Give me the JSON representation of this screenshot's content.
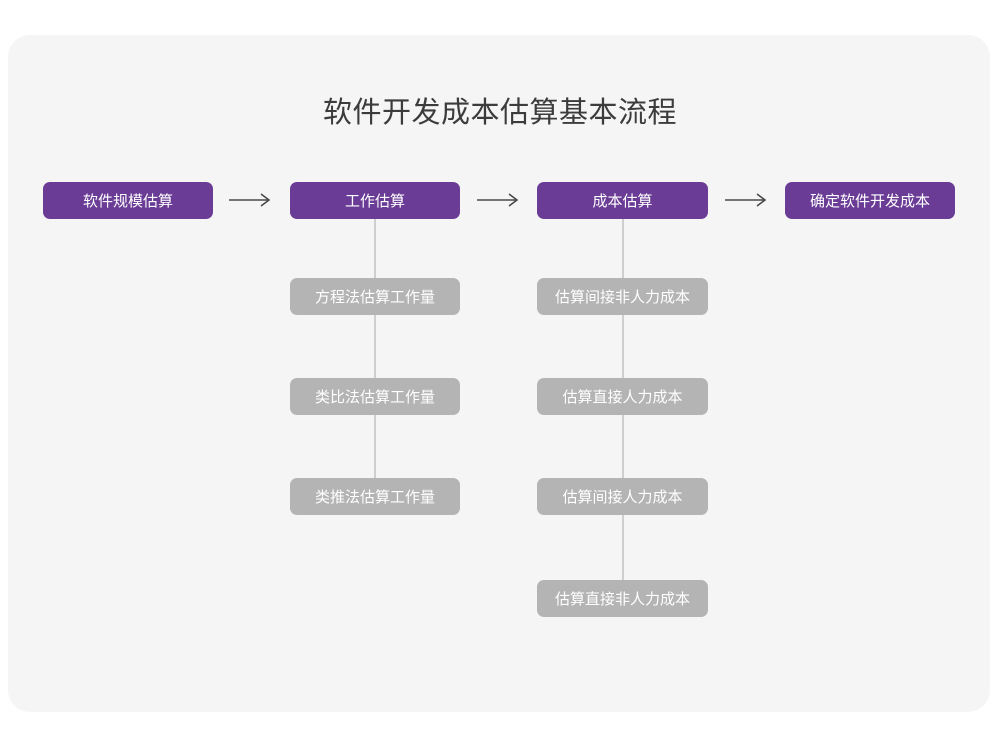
{
  "page": {
    "title": "软件开发成本估算基本流程",
    "background_color": "#ffffff",
    "card_color": "#f5f5f5"
  },
  "theme": {
    "primary_color": "#6b3c96",
    "secondary_color": "#b4b4b4",
    "connector_color": "#cfcfcf",
    "arrow_color": "#4a4a4a",
    "title_color": "#3c3c3c",
    "node_text_color": "#ffffff"
  },
  "chart_data": {
    "type": "diagram",
    "title": "软件开发成本估算基本流程",
    "orientation": "left-to-right main flow with vertical sub-steps",
    "stages": [
      {
        "id": "stage-1",
        "label": "软件规模估算",
        "level": "primary",
        "substeps": []
      },
      {
        "id": "stage-2",
        "label": "工作估算",
        "level": "primary",
        "substeps": [
          "方程法估算工作量",
          "类比法估算工作量",
          "类推法估算工作量"
        ]
      },
      {
        "id": "stage-3",
        "label": "成本估算",
        "level": "primary",
        "substeps": [
          "估算间接非人力成本",
          "估算直接人力成本",
          "估算间接人力成本",
          "估算直接非人力成本"
        ]
      },
      {
        "id": "stage-4",
        "label": "确定软件开发成本",
        "level": "primary",
        "substeps": []
      }
    ],
    "connectors": [
      {
        "from": "stage-1",
        "to": "stage-2",
        "kind": "arrow",
        "glyph": "→"
      },
      {
        "from": "stage-2",
        "to": "stage-3",
        "kind": "arrow",
        "glyph": "→"
      },
      {
        "from": "stage-3",
        "to": "stage-4",
        "kind": "arrow",
        "glyph": "→"
      }
    ]
  },
  "flow": {
    "stage1": {
      "label": "软件规模估算"
    },
    "stage2": {
      "label": "工作估算",
      "sub1": "方程法估算工作量",
      "sub2": "类比法估算工作量",
      "sub3": "类推法估算工作量"
    },
    "stage3": {
      "label": "成本估算",
      "sub1": "估算间接非人力成本",
      "sub2": "估算直接人力成本",
      "sub3": "估算间接人力成本",
      "sub4": "估算直接非人力成本"
    },
    "stage4": {
      "label": "确定软件开发成本"
    }
  }
}
